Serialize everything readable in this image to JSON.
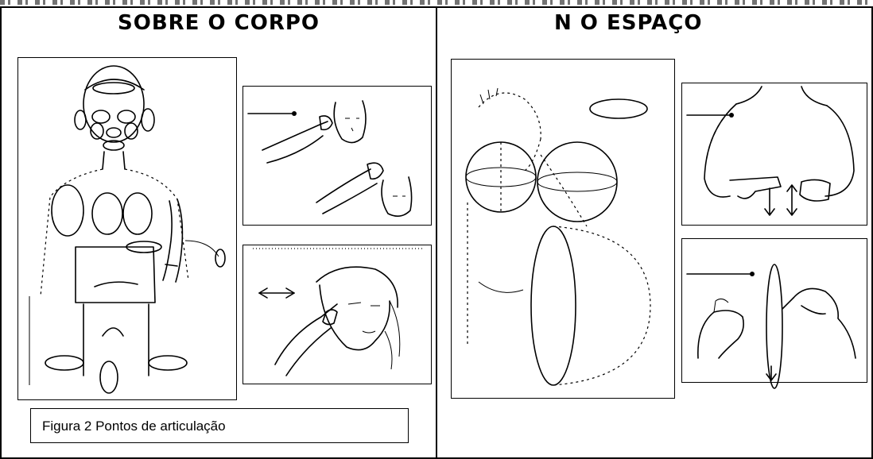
{
  "headings": {
    "on_body": "SOBRE O CORPO",
    "in_space": "N O ESPAÇO"
  },
  "caption": "Figura 2  Pontos de articulação"
}
